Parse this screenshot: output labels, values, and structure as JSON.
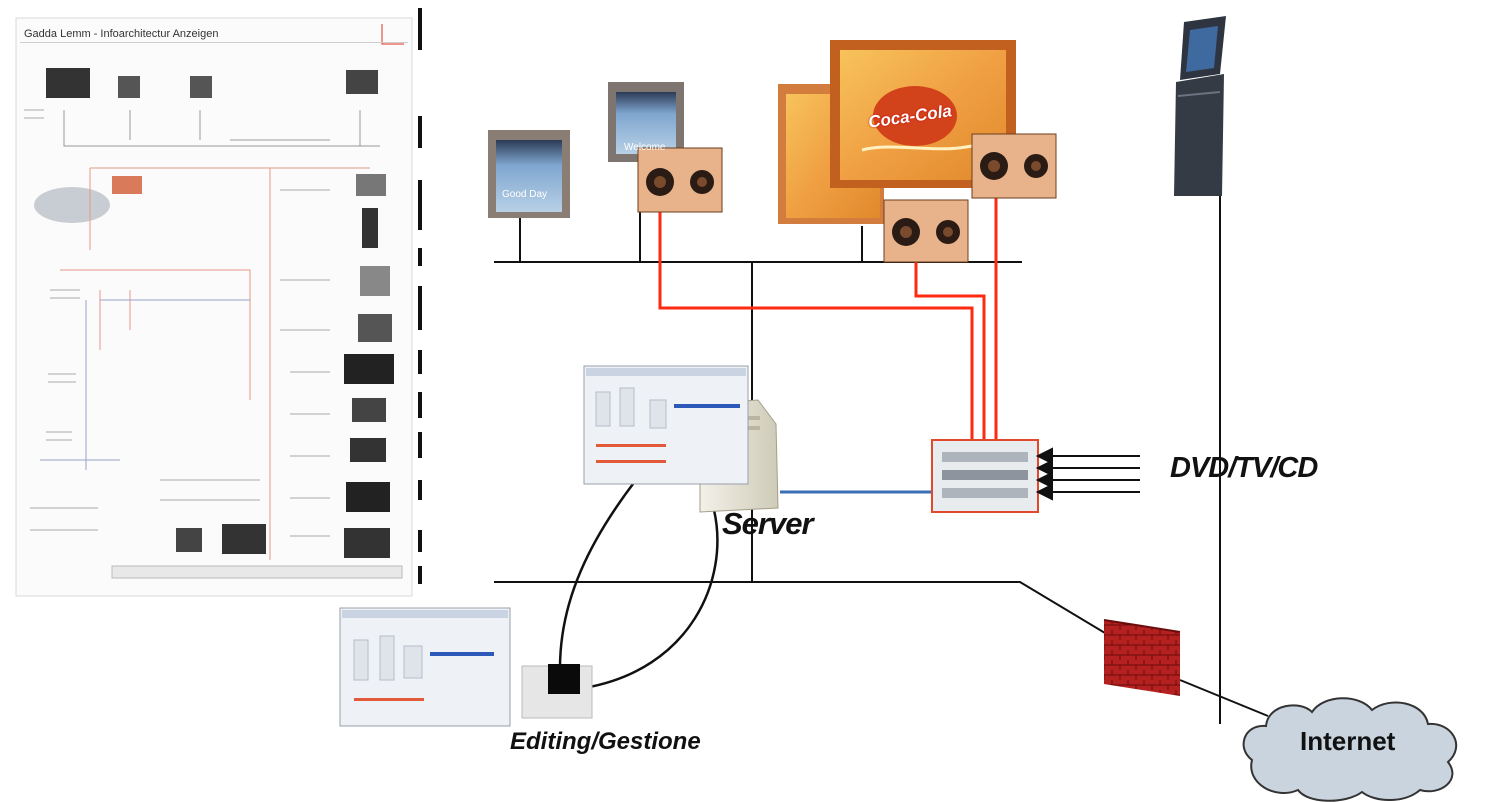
{
  "labels": {
    "server": "Server",
    "editing": "Editing/Gestione",
    "sources": "DVD/TV/CD",
    "internet": "Internet",
    "ad_logo": "Coca-Cola",
    "mini_diagram_title": "Gadda Lemm - Infoarchitectur Anzeigen",
    "screen_a_text": "Good Day",
    "screen_b_text": "Welcome"
  },
  "colors": {
    "video_cable": "#ff2a10",
    "lan_cable": "#111111",
    "server_link": "#3a6fb8",
    "firewall": "#b01e1e",
    "cloud": "#c9d4df",
    "monitor_frame": "#8a7e74",
    "screen": "#6a9ac4",
    "ad_frame": "#d27d3e"
  },
  "icons": {
    "screens": "monitor-icon",
    "speakers": "speaker-icon",
    "kiosk": "kiosk-icon",
    "server": "server-icon",
    "switch": "video-switch-icon",
    "firewall": "firewall-icon",
    "cloud": "cloud-icon"
  }
}
